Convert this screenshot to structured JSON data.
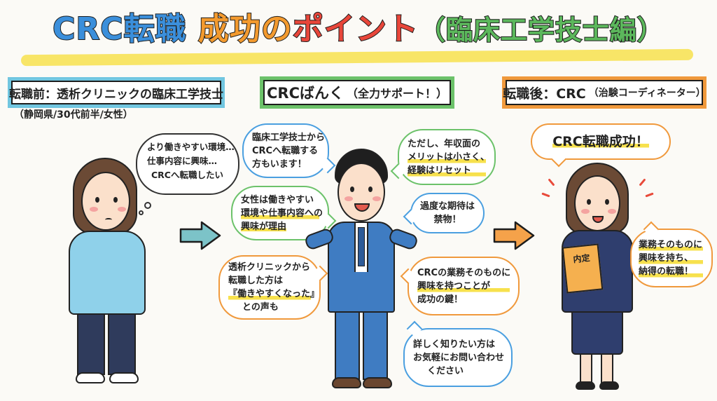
{
  "title": {
    "part1": "CRC",
    "part2": "転職",
    "part3": "成功の",
    "part4": "ポイント",
    "part5": "（臨床工学技士編）",
    "colors": {
      "blue": "#3b8fdb",
      "yellow": "#f5c33b",
      "green": "#5cb85c",
      "orange": "#f39a2e",
      "red": "#e8463a",
      "title_green": "#5cb85c"
    }
  },
  "before": {
    "header_label": "転職前：透析クリニックの臨床工学技士",
    "profile": "（静岡県/30代前半/女性）",
    "thought_lines": [
      "より働きやすい環境…",
      "仕事内容に興味…",
      "CRCへ転職したい"
    ]
  },
  "middle": {
    "header_label": "CRCばんく",
    "header_sub": "（全力サポート！）",
    "bubbles_left": [
      {
        "lines": [
          "臨床工学技士から",
          "CRCへ転職する",
          "方もいます！"
        ],
        "color": "blue"
      },
      {
        "lines": [
          "女性は働きやすい",
          "環境や仕事内容への",
          "興味が理由"
        ],
        "color": "green"
      },
      {
        "lines": [
          "透析クリニックから",
          "転職した方は",
          "『働きやすくなった』",
          "との声も"
        ],
        "color": "orange"
      }
    ],
    "bubbles_right": [
      {
        "lines": [
          "ただし、年収面の",
          "メリットは小さく、",
          "経験はリセット"
        ],
        "color": "green"
      },
      {
        "lines": [
          "過度な期待は",
          "禁物！"
        ],
        "color": "blue"
      },
      {
        "lines": [
          "CRCの業務そのものに",
          "興味を持つことが",
          "成功の鍵！"
        ],
        "color": "orange"
      },
      {
        "lines": [
          "詳しく知りたい方は",
          "お気軽にお問い合わせ",
          "ください"
        ],
        "color": "blue"
      }
    ]
  },
  "after": {
    "header_label": "転職後：CRC",
    "header_sub": "（治験コーディネーター）",
    "success_bubble": "CRC転職成功！",
    "result_lines": [
      "業務そのものに",
      "興味を持ち、",
      "納得の転職！"
    ],
    "folder_label": "内定"
  },
  "arrows": {
    "left_color": "#7cc3c8",
    "right_color": "#f5a24a"
  }
}
